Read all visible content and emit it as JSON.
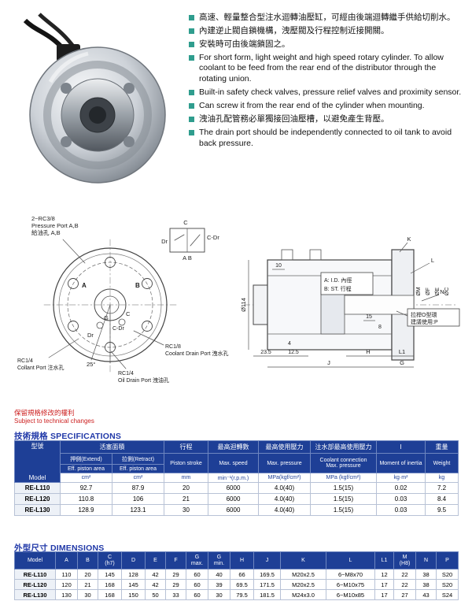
{
  "colors": {
    "bullet": "#2f9d8e",
    "table_header": "#1e3f96",
    "section_title": "#2038a8",
    "note_red": "#cc1f1f"
  },
  "features": {
    "items": [
      "高速、輕量整合型注水迴轉油壓缸，可經由後端迴轉繼手供給切削水。",
      "內建逆止閥自鎖機構，洩壓閥及行程控制近接開關。",
      "安裝時可由後端鎖固之。",
      "For short form, light weight and high speed rotary cylinder. To allow coolant to be feed from the rear end of the distributor through the rotating union.",
      "Built-in safety check valves, pressure relief valves and proximity sensor.",
      "Can screw it from the rear end of the cylinder when mounting.",
      "洩油孔配管務必單獨接回油壓槽，以避免產生背壓。",
      "The drain port should be independently connected to oil tank to avoid back pressure."
    ]
  },
  "diagram": {
    "front": {
      "pp1": "2~RC3/8",
      "pp2": "Pressure Port A,B",
      "pp3": "給油孔 A,B",
      "sch_c": "C",
      "sch_cdr": "C-Dr",
      "sch_dr": "Dr",
      "sch_ab": "A B",
      "a": "A",
      "b": "B",
      "c": "C",
      "cdr": "C-Dr",
      "dr": "Dr",
      "g": "G",
      "angle": "25°",
      "cd1": "RC1/8",
      "cd2": "Coolant Drain Port 洩水孔",
      "cp1": "RC1/4",
      "cp2": "Collant Port 注水孔",
      "od1": "RC1/4",
      "od2": "Oil Drain Port 洩油孔"
    },
    "side": {
      "dia": "Ø114",
      "d10": "10",
      "d4": "4",
      "d235": "23.5",
      "d125": "12.5",
      "d15": "15",
      "d8": "8",
      "k": "K",
      "l": "L",
      "n": "N",
      "h": "H",
      "l1": "L1",
      "j": "J",
      "g": "G",
      "dm": "ØM",
      "df": "ØF",
      "de": "ØE",
      "dc": "ØC",
      "note_a": "A: I.D. 內徑",
      "note_b": "B: ST. 行程",
      "oring1": "拉桿O型環",
      "oring2": "建議使用:P"
    }
  },
  "note": {
    "zh": "保留規格修改的權利",
    "en": "Subject to technical changes"
  },
  "spec": {
    "title_zh": "技術規格",
    "title_en": "SPECIFICATIONS",
    "header": {
      "model_zh": "型號",
      "model_en": "Model",
      "area_zh": "活塞面積",
      "extend": "押側(Extend)",
      "retract": "拉側(Retract)",
      "eff1": "Eff. piston area",
      "eff2": "Eff. piston area",
      "stroke_zh": "行程",
      "stroke_en": "Piston stroke",
      "speed_zh": "最高迴轉數",
      "speed_en": "Max. speed",
      "pressure_zh": "最高使用壓力",
      "pressure_en": "Max. pressure",
      "coolant_zh": "注水部最高使用壓力",
      "coolant_en": "Coolant connection\nMax. pressure",
      "inertia_zh": "I",
      "inertia_en": "Moment of inertia",
      "weight_zh": "重量",
      "weight_en": "Weight"
    },
    "units": [
      "cm²",
      "cm²",
      "mm",
      "min⁻¹(r.p.m.)",
      "MPa(kgf/cm²)",
      "MPa (kgf/cm²)",
      "kg·m²",
      "kg"
    ],
    "rows": [
      [
        "RE-L110",
        "92.7",
        "87.9",
        "20",
        "6000",
        "4.0(40)",
        "1.5(15)",
        "0.02",
        "7.2"
      ],
      [
        "RE-L120",
        "110.8",
        "106",
        "21",
        "6000",
        "4.0(40)",
        "1.5(15)",
        "0.03",
        "8.4"
      ],
      [
        "RE-L130",
        "128.9",
        "123.1",
        "30",
        "6000",
        "4.0(40)",
        "1.5(15)",
        "0.03",
        "9.5"
      ]
    ]
  },
  "dims": {
    "title_zh": "外型尺寸",
    "title_en": "DIMENSIONS",
    "headers": [
      "Model",
      "A",
      "B",
      "C\n(h7)",
      "D",
      "E",
      "F",
      "G\nmax.",
      "G\nmin.",
      "H",
      "J",
      "K",
      "L",
      "L1",
      "M\n(H8)",
      "N",
      "P"
    ],
    "rows": [
      [
        "RE-L110",
        "110",
        "20",
        "145",
        "128",
        "42",
        "29",
        "60",
        "40",
        "66",
        "169.5",
        "M20x2.5",
        "6~M8x70",
        "12",
        "22",
        "38",
        "S20"
      ],
      [
        "RE-L120",
        "120",
        "21",
        "168",
        "145",
        "42",
        "29",
        "60",
        "39",
        "69.5",
        "171.5",
        "M20x2.5",
        "6~M10x75",
        "17",
        "22",
        "38",
        "S20"
      ],
      [
        "RE-L130",
        "130",
        "30",
        "168",
        "150",
        "50",
        "33",
        "60",
        "30",
        "79.5",
        "181.5",
        "M24x3.0",
        "6~M10x85",
        "17",
        "27",
        "43",
        "S24"
      ]
    ]
  }
}
